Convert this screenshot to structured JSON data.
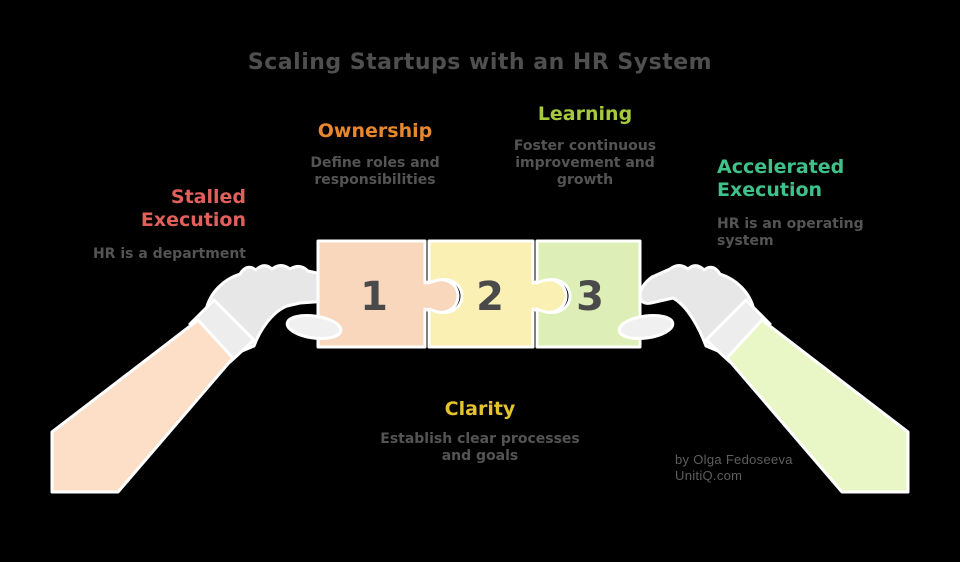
{
  "title": "Scaling Startups with an HR System",
  "sections": {
    "stalled": {
      "title_line1": "Stalled",
      "title_line2": "Execution",
      "subtitle": "HR is a department",
      "color": "#e2605c"
    },
    "ownership": {
      "title": "Ownership",
      "subtitle": "Define roles and responsibilities",
      "color": "#e8872c"
    },
    "learning": {
      "title": "Learning",
      "subtitle": "Foster continuous improvement and growth",
      "color": "#a6c93d"
    },
    "accelerated": {
      "title_line1": "Accelerated",
      "title_line2": "Execution",
      "subtitle": "HR is an operating system",
      "color": "#3ec28a"
    },
    "clarity": {
      "title": "Clarity",
      "subtitle": "Establish clear processes and goals",
      "color": "#e5c32d"
    }
  },
  "puzzle": {
    "pieces": [
      {
        "number": "1",
        "color": "#f9d7bd"
      },
      {
        "number": "2",
        "color": "#faf0b4"
      },
      {
        "number": "3",
        "color": "#ddefb6"
      }
    ],
    "number_color": "#4a4a4a"
  },
  "hands": {
    "left_sleeve_color": "#fcdfc6",
    "right_sleeve_color": "#e9f6c5",
    "glove_color": "#e7e7e7",
    "cuff_color": "#ededed",
    "thumb_color": "#f0f0f0"
  },
  "attribution": {
    "line1": "by Olga Fedoseeva",
    "line2": "UnitiQ.com"
  },
  "colors": {
    "background": "#000000",
    "title_text": "#4f4f4f",
    "subtitle_text": "#545454",
    "attribution_text": "#5e5e5e"
  }
}
